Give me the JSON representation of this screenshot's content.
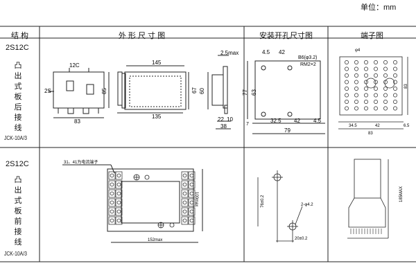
{
  "unit_label": "单位：mm",
  "headers": {
    "structure": "结 构",
    "outline": "外 形 尺 寸 图",
    "mounting": "安装开孔尺寸图",
    "terminal": "端子图"
  },
  "row1": {
    "model": "2S12C",
    "desc_chars": [
      "凸",
      "出",
      "式",
      "板",
      "后",
      "接",
      "线"
    ],
    "code": "JCK-10A/3",
    "front_label_top": "12C",
    "front_label_side": "2S",
    "front_width": "83",
    "front_height": "85",
    "side_top_dim": "145",
    "side_bottom_dim": "135",
    "side_h": "67",
    "side2_top": "2.5max",
    "side2_h": "60",
    "side2_b1": "22",
    "side2_b2": "10",
    "side2_b3": "38",
    "mount_d1": "4.5",
    "mount_d2": "42",
    "mount_hole": "B6(φ3.2)",
    "mount_rm": "RM2×2",
    "mount_h1": "77",
    "mount_h2": "63",
    "mount_b1": "32.5",
    "mount_b2": "42",
    "mount_b3": "4.5",
    "mount_w": "79",
    "mount_side": "7",
    "term_phi": "φ4",
    "term_h": "83",
    "term_b1": "34.5",
    "term_b2": "42",
    "term_b3": "6.5",
    "term_w": "83"
  },
  "row2": {
    "model": "2S12C",
    "desc_chars": [
      "凸",
      "出",
      "式",
      "板",
      "前",
      "接",
      "线"
    ],
    "code": "JCK-10A/3",
    "note": "31、41为电流端子",
    "front_h": "100max",
    "front_w": "152max",
    "mount_h": "76±0.2",
    "mount_hole": "2-φ4.2",
    "mount_w": "20±0.2",
    "term_h": "185MAX"
  }
}
